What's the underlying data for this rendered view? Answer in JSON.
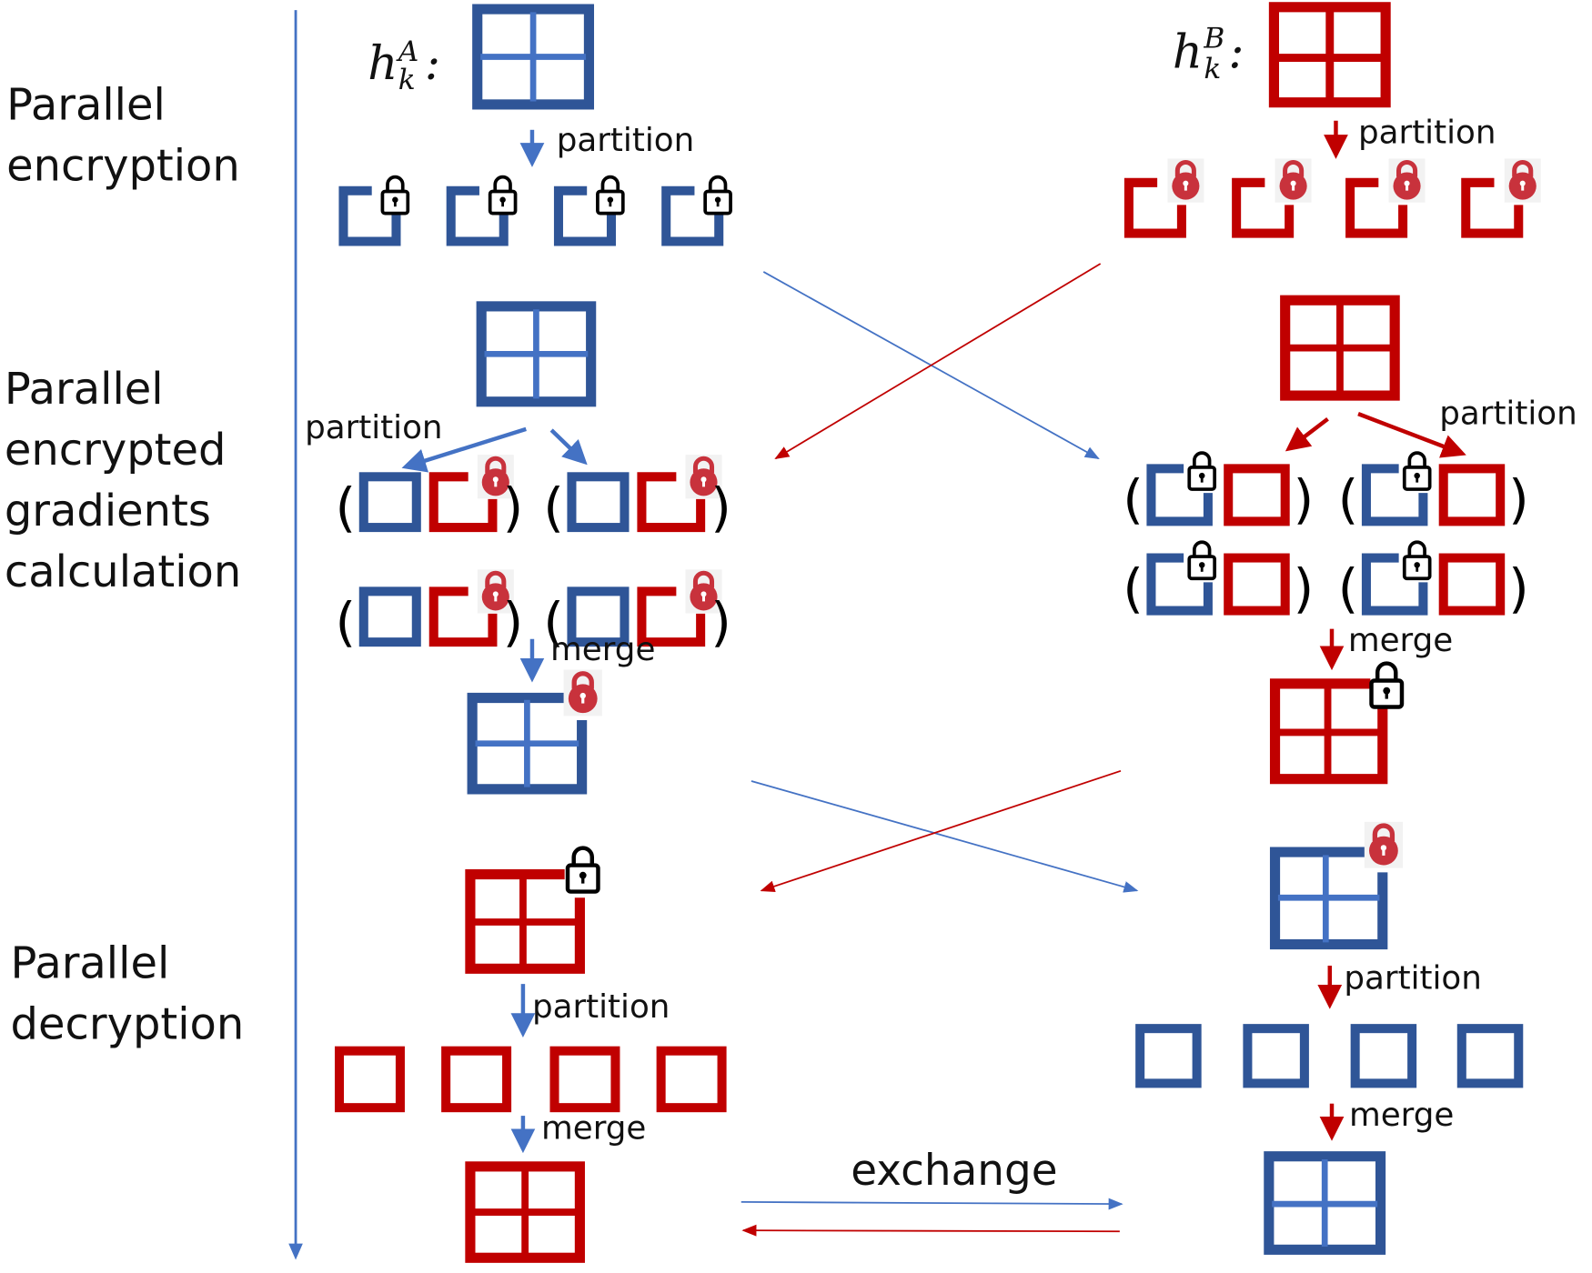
{
  "colors": {
    "party_a_dark": "#2F5597",
    "party_a_light": "#4472C4",
    "party_b": "#C00000",
    "lock_red": "#C8323C",
    "lock_black": "#000000",
    "arrow_blue": "#4472C4",
    "arrow_red": "#C00000"
  },
  "stages": [
    {
      "label_line1": "Parallel",
      "label_line2": "encryption",
      "label_line3": "",
      "label_line4": ""
    },
    {
      "label_line1": "Parallel",
      "label_line2": "encrypted",
      "label_line3": "gradients",
      "label_line4": "calculation"
    },
    {
      "label_line1": "Parallel",
      "label_line2": "decryption",
      "label_line3": "",
      "label_line4": ""
    }
  ],
  "party_a": {
    "symbol": "h",
    "sub": "k",
    "sup": "A",
    "colon": ":"
  },
  "party_b": {
    "symbol": "h",
    "sub": "k",
    "sup": "B",
    "colon": ":"
  },
  "steps": {
    "partition": "partition",
    "merge": "merge",
    "exchange": "exchange"
  },
  "parens": {
    "open": "(",
    "close": ")"
  },
  "icons": {
    "lock_black": "padlock-black-icon",
    "lock_red": "padlock-red-icon"
  }
}
